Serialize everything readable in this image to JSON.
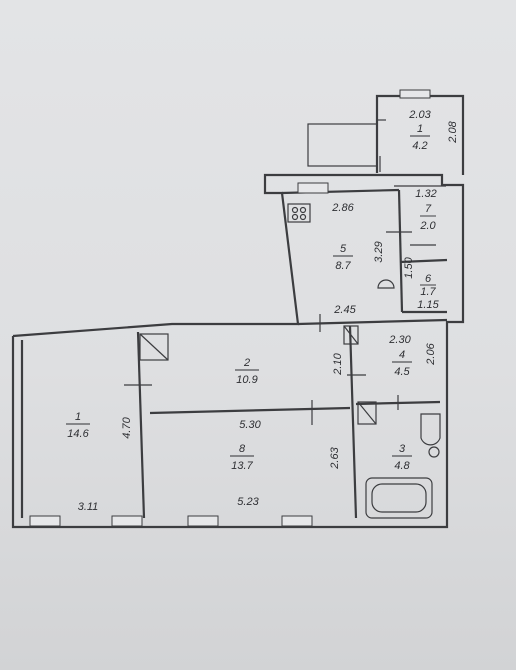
{
  "rooms": [
    {
      "id": "r1",
      "num": "1",
      "area": "14.6"
    },
    {
      "id": "r2",
      "num": "2",
      "area": "10.9"
    },
    {
      "id": "r3",
      "num": "3",
      "area": "4.8"
    },
    {
      "id": "r4",
      "num": "4",
      "area": "4.5"
    },
    {
      "id": "r5",
      "num": "5",
      "area": "8.7"
    },
    {
      "id": "r6",
      "num": "6",
      "area": "1.7"
    },
    {
      "id": "r7",
      "num": "7",
      "area": "2.0"
    },
    {
      "id": "r8",
      "num": "8",
      "area": "13.7"
    },
    {
      "id": "balcony",
      "num": "1",
      "area": "4.2"
    }
  ],
  "dimensions": {
    "balcony_w": "2.03",
    "balcony_h": "2.08",
    "r7_w": "1.32",
    "r6_h": "1.50",
    "r6_w": "1.15",
    "kitchen_w": "2.86",
    "kitchen_h": "3.29",
    "hall_w": "2.45",
    "r4_w": "2.30",
    "r4_h": "2.06",
    "r2_h": "2.10",
    "r1_h": "4.70",
    "r8_w_top": "5.30",
    "r8_h": "2.63",
    "r1_w": "3.11",
    "r8_w_bottom": "5.23"
  }
}
